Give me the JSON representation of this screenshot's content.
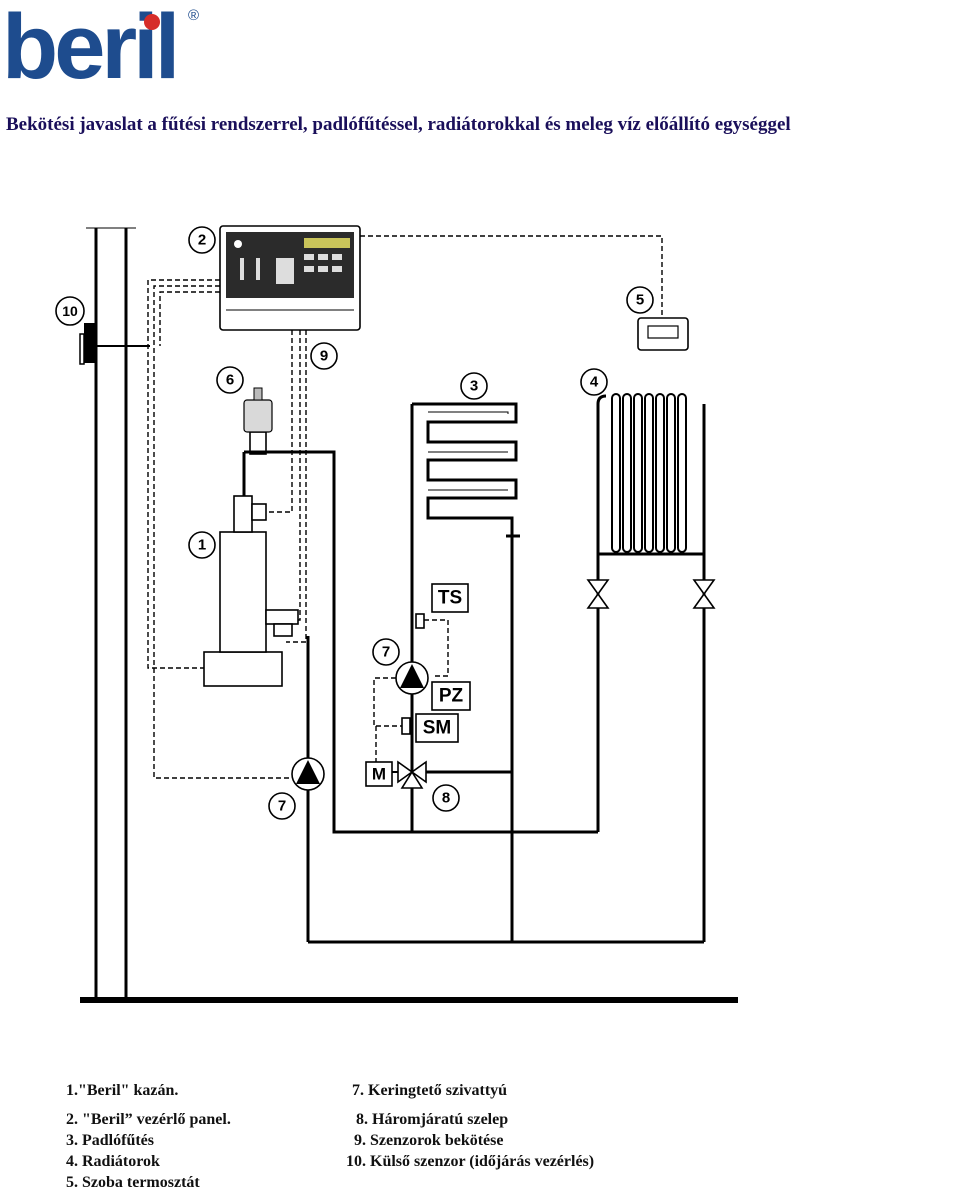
{
  "logo": {
    "text": "beril",
    "registered": "®",
    "colors": {
      "blue": "#1e4c8e",
      "red": "#d62d2a"
    }
  },
  "title": "Bekötési javaslat a fűtési rendszerrel, padlófűtéssel, radiátorokkal és meleg víz előállító egységgel",
  "diagram": {
    "markers": [
      "1",
      "2",
      "3",
      "4",
      "5",
      "6",
      "7",
      "7",
      "8",
      "9",
      "10"
    ],
    "components": {
      "ts": "TS",
      "pz": "PZ",
      "sm": "SM",
      "m": "M"
    }
  },
  "legend": {
    "left": [
      "1.\"Beril\" kazán.",
      "2. \"Beril” vezérlő panel.",
      "3. Padlófűtés",
      "4. Radiátorok",
      "5. Szoba termosztát"
    ],
    "right": [
      "7. Keringtető szivattyú",
      "8. Háromjáratú szelep",
      "9. Szenzorok bekötése",
      "10. Külső szenzor (időjárás vezérlés)"
    ]
  }
}
